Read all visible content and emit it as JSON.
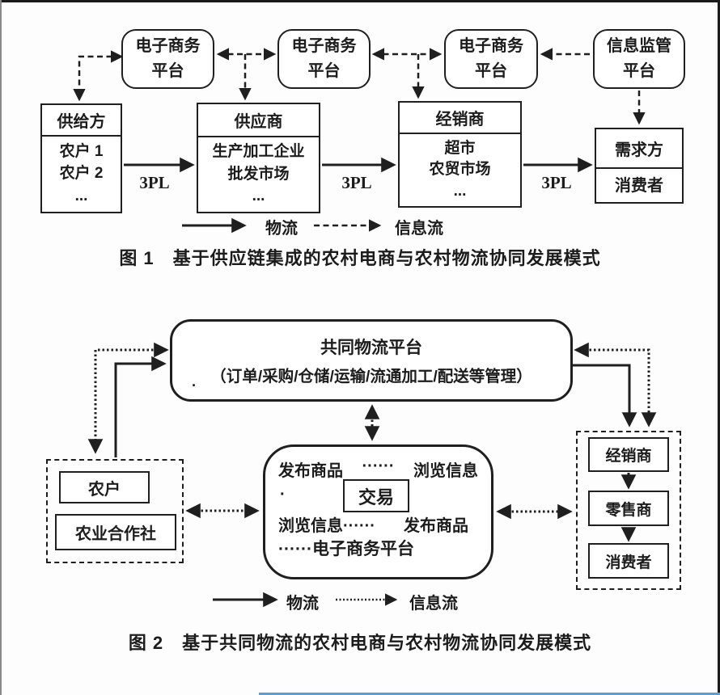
{
  "figure1": {
    "caption": "图 1　基于供应链集成的农村电商与农村物流协同发展模式",
    "platform_boxes": [
      {
        "line1": "电子商务",
        "line2": "平台"
      },
      {
        "line1": "电子商务",
        "line2": "平台"
      },
      {
        "line1": "电子商务",
        "line2": "平台"
      },
      {
        "line1": "信息监管",
        "line2": "平台"
      }
    ],
    "chain_boxes": [
      {
        "header": "供给方",
        "items": [
          "农户 1",
          "农户 2",
          "..."
        ]
      },
      {
        "header": "供应商",
        "items": [
          "生产加工企业",
          "批发市场",
          "..."
        ]
      },
      {
        "header": "经销商",
        "items": [
          "超市",
          "农贸市场",
          "..."
        ]
      },
      {
        "header": "需求方",
        "items": [
          "消费者"
        ]
      }
    ],
    "edge_labels": [
      "3PL",
      "3PL",
      "3PL"
    ],
    "legend": {
      "solid_label": "物流",
      "dashed_label": "信息流"
    }
  },
  "figure2": {
    "caption": "图 2　基于共同物流的农村电商与农村物流协同发展模式",
    "platform": {
      "title": "共同物流平台",
      "subtitle": "（订单/采购/仓储/运输/流通加工/配送等管理）",
      "stray_dot": "·"
    },
    "ecommerce_box": {
      "row1_left": "发布商品",
      "row1_dots": "······",
      "row1_right": "浏览信息",
      "stray_dot": "·",
      "transaction_label": "交易",
      "row2_left": "浏览信息······",
      "row2_right": "发布商品",
      "row3": "······电子商务平台"
    },
    "left_group_items": [
      "农户",
      "农业合作社"
    ],
    "right_group_items": [
      "经销商",
      "零售商",
      "消费者"
    ],
    "legend": {
      "solid_label": "物流",
      "dashed_label": "信息流"
    }
  }
}
